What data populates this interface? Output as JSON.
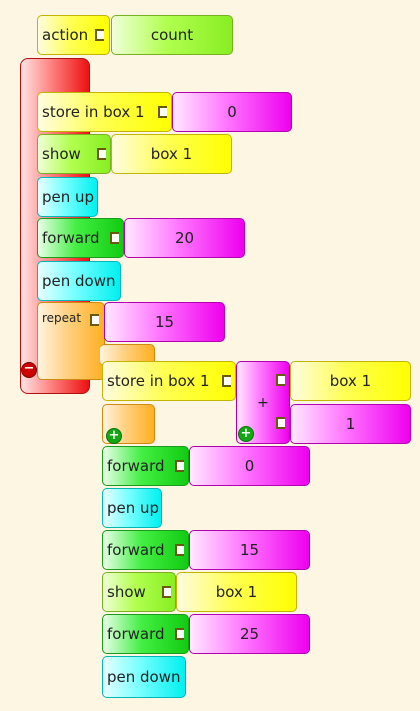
{
  "action_block": {
    "label": "action",
    "name_value": "count"
  },
  "top_stack": {
    "store_label": "store in box 1",
    "store_value": "0",
    "show_label": "show",
    "show_value": "box 1",
    "penup_label": "pen up",
    "forward1_label": "forward",
    "forward1_value": "20",
    "pendown_label": "pen down",
    "repeat_label": "repeat",
    "repeat_value": "15"
  },
  "inner_stack": {
    "store_label": "store in box 1",
    "plus_label": "+",
    "plus_arg1": "box 1",
    "plus_arg2": "1",
    "forward1_label": "forward",
    "forward1_value": "0",
    "penup_label": "pen up",
    "forward2_label": "forward",
    "forward2_value": "15",
    "show_label": "show",
    "show_value": "box 1",
    "forward3_label": "forward",
    "forward3_value": "25",
    "pendown_label": "pen down"
  },
  "colors": {
    "flow": "#ffff00",
    "media": "#88ee22",
    "pen": "#00f0f0",
    "turtle": "#11cc11",
    "number": "#ee00ee",
    "repeat": "#ffb020",
    "container": "#ee1010"
  },
  "icons": {
    "expand": "plus-icon",
    "collapse": "minus-icon"
  }
}
